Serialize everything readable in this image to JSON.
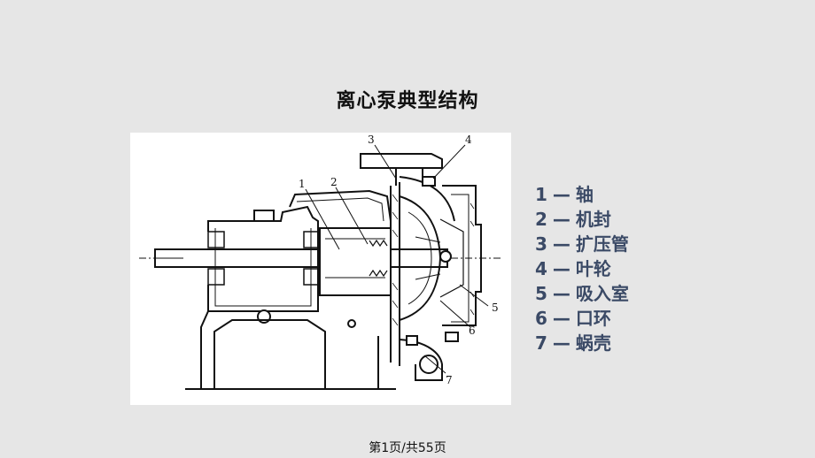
{
  "slide": {
    "title": "离心泵典型结构",
    "figure": {
      "callouts": [
        "1",
        "2",
        "3",
        "4",
        "5",
        "6",
        "7"
      ]
    },
    "legend": [
      {
        "num": "1",
        "sep": "—",
        "label": "轴"
      },
      {
        "num": "2",
        "sep": "—",
        "label": "机封"
      },
      {
        "num": "3",
        "sep": "—",
        "label": "扩压管"
      },
      {
        "num": "4",
        "sep": "—",
        "label": "叶轮"
      },
      {
        "num": "5",
        "sep": "—",
        "label": "吸入室"
      },
      {
        "num": "6",
        "sep": "—",
        "label": "口环"
      },
      {
        "num": "7",
        "sep": "—",
        "label": "蜗壳"
      }
    ],
    "footer": "第1页/共55页"
  }
}
